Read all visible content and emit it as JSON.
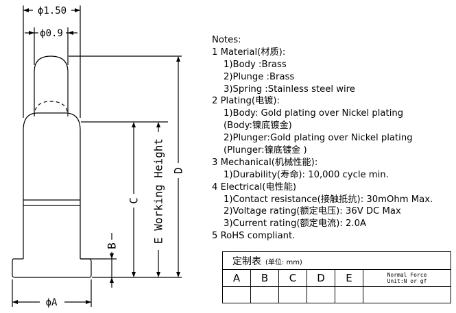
{
  "drawing": {
    "dim_top_outer": "ϕ1.50",
    "dim_top_inner": "ϕ0.9",
    "dim_bottom": "ϕA",
    "dim_b": "B",
    "dim_c": "C",
    "dim_e_working_height": "E Working Height",
    "dim_d": "D"
  },
  "notes": {
    "heading": "Notes:",
    "lines": [
      "1 Material(材质):",
      "1)Body :Brass",
      "2)Plunge :Brass",
      "3)Spring :Stainless steel wire",
      "2 Plating(电镀):",
      "1)Body: Gold plating over Nickel plating",
      "(Body:镍底镀金)",
      "2)Plunger:Gold plating over Nickel plating",
      "(Plunger:镍底镀金 )",
      "3 Mechanical(机械性能):",
      "1)Durability(寿命): 10,000 cycle min.",
      "4 Electrical(电性能)",
      "1)Contact resistance(接触抵抗): 30mOhm Max.",
      "2)Voltage rating(额定电压): 36V DC Max",
      "3)Current rating(额定电流): 2.0A",
      "5 RoHS compliant."
    ]
  },
  "table": {
    "title": "定制表",
    "unit": "(单位: mm)",
    "columns": [
      "A",
      "B",
      "C",
      "D",
      "E"
    ],
    "normal_force_line1": "Normal Force",
    "normal_force_line2": "Unit:N or gf"
  }
}
